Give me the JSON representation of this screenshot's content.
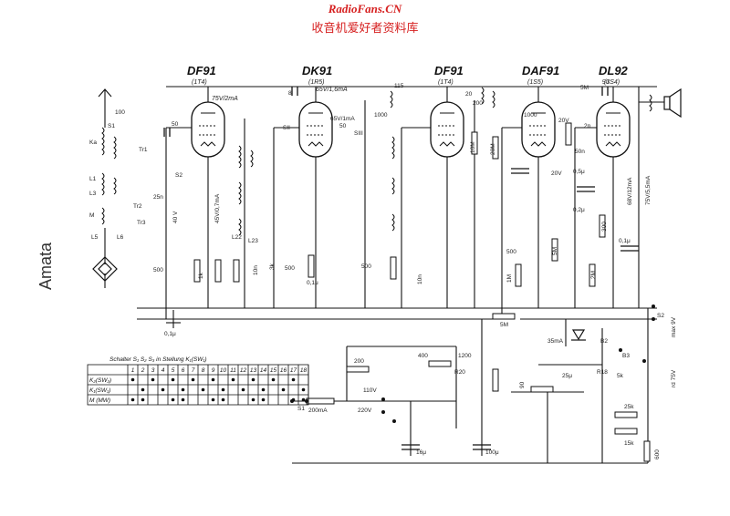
{
  "watermark": {
    "line1": "RadioFans.CN",
    "line2": "收音机爱好者资料库"
  },
  "brand_label": "Amata",
  "tubes": [
    {
      "type": "DF91",
      "code": "(1T4)",
      "anode": "75V/2mA"
    },
    {
      "type": "DK91",
      "code": "(1R5)",
      "anode": "65V/1,6mA"
    },
    {
      "type": "DF91",
      "code": "(1T4)",
      "anode": ""
    },
    {
      "type": "DAF91",
      "code": "(1S5)",
      "anode": ""
    },
    {
      "type": "DL92",
      "code": "(3S4)",
      "anode": ""
    }
  ],
  "component_labels": {
    "c100": "100",
    "c50a": "50",
    "c8": "8",
    "c50b": "50",
    "c115": "115",
    "c20": "20",
    "c200": "200",
    "c5m": "5M",
    "c50c": "50",
    "c2n_a": "2n",
    "c40v": "40 V",
    "c45v": "45V/0,7mA",
    "c65v": "65V/1mA",
    "c500a": "500",
    "c500b": "500",
    "c500c": "500",
    "c500d": "500",
    "c10n_a": "10n",
    "c10n_b": "10n",
    "c01u_a": "0,1μ",
    "c01u_b": "0,1μ",
    "c01u_c": "0,1μ",
    "c25n": "25n",
    "c3k": "3k",
    "c5k": "5k",
    "r5m_a": "5M",
    "r5m_b": "5M",
    "r2m": "2M",
    "r1m": "1M",
    "r1k": "1k",
    "r10m": "10M",
    "r20m": "20M",
    "r300": "300",
    "r68v": "68V/12mA",
    "r75v": "75V/5,5mA",
    "r1200": "1200",
    "r400": "400",
    "r200": "200",
    "r90": "90",
    "r25k": "25k",
    "r15k": "15k",
    "r600": "600",
    "c25u": "25μ",
    "c16u": "16μ",
    "c100u": "100μ",
    "i35ma": "35mA",
    "i200ma": "200mA",
    "v110": "110V",
    "v220": "220V",
    "v9": "max 9V",
    "v75": "rd 75V",
    "s1": "S1",
    "s2": "S2",
    "b2": "B2",
    "b3": "B3",
    "r18": "R18",
    "r20": "R20",
    "ka": "Ka",
    "l1": "L1",
    "l3": "L3",
    "m": "M",
    "l5": "L5",
    "l6": "L6",
    "l22": "L22",
    "l23": "L23",
    "tr1": "Tr1",
    "tr2": "Tr2",
    "tr3": "Tr3",
    "s1b": "S1",
    "s2b": "S2",
    "sII": "SII",
    "sIII": "SIII",
    "c1000": "1000",
    "c1000b": "1000",
    "c50n": "50n",
    "c02u": "0,2μ",
    "c05u": "0,5μ",
    "c20v": "20V",
    "c20v2": "20V"
  },
  "switch_table": {
    "header": "Schalter S₁ S₂ S₃ in Stellung K₁(SW₁)",
    "columns": [
      "1",
      "2",
      "3",
      "4",
      "5",
      "6",
      "7",
      "8",
      "9",
      "10",
      "11",
      "12",
      "13",
      "14",
      "15",
      "16",
      "17",
      "18"
    ],
    "rows": [
      {
        "label": "K₂(SW₂)",
        "marks": [
          1,
          0,
          1,
          0,
          1,
          0,
          1,
          0,
          1,
          0,
          1,
          0,
          1,
          0,
          1,
          0,
          1,
          0
        ]
      },
      {
        "label": "K₁(SW₁)",
        "marks": [
          0,
          1,
          0,
          1,
          0,
          1,
          0,
          1,
          0,
          1,
          0,
          1,
          0,
          1,
          0,
          1,
          0,
          1
        ]
      },
      {
        "label": "M (MW)",
        "marks": [
          1,
          1,
          0,
          0,
          1,
          1,
          0,
          0,
          1,
          1,
          0,
          0,
          1,
          1,
          0,
          0,
          1,
          1
        ]
      }
    ]
  }
}
